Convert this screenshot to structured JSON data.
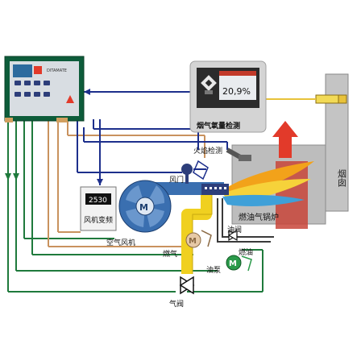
{
  "controller": {
    "brand": "DITAMATE",
    "keys": [
      "key",
      "key",
      "key",
      "key",
      "key",
      "key",
      "key",
      "key"
    ]
  },
  "o2_monitor": {
    "reading": "20,9%",
    "caption": "烟气氧量检测"
  },
  "vfd": {
    "reading": "2530",
    "caption": "风机变频"
  },
  "labels": {
    "flame_detect": "火焰检测",
    "damper": "风门",
    "blower": "空气风机",
    "gas": "燃气",
    "gas_valve": "气阀",
    "oil_valve": "油阀",
    "fuel_oil": "燃油",
    "oil_pump": "油泵",
    "boiler": "燃油气锅炉",
    "chimney": "烟囱"
  },
  "colors": {
    "frame_green": "#1f7a3c",
    "signal_blue": "#1d2f8c",
    "feedback_tan": "#c9925e",
    "gas_yellow": "#f0d020",
    "air_blue": "#3a6fb0",
    "fuel_green": "#2b9a4a",
    "boiler_gray": "#bdbdbd",
    "flame_red": "#e23a2a"
  }
}
